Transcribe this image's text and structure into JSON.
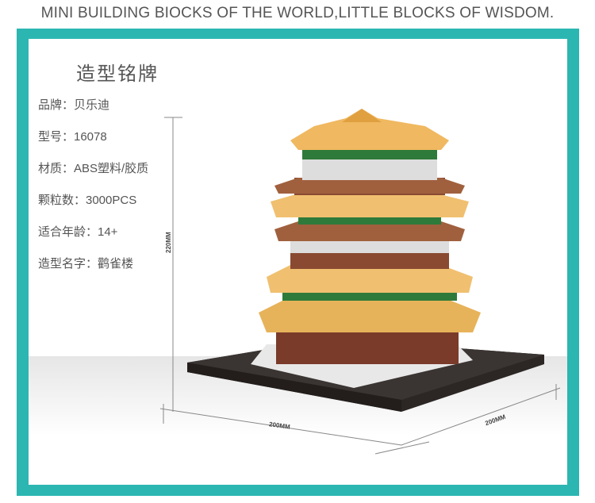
{
  "headline": "MINI BUILDING BIOCKS OF THE WORLD,LITTLE BLOCKS OF WISDOM.",
  "spec_title": "造型铭牌",
  "specs": [
    "品牌：贝乐迪",
    "型号：16078",
    "材质：ABS塑料/胶质",
    "颗粒数：3000PCS",
    "适合年龄：14+",
    "造型名字：鹳雀楼"
  ],
  "dimensions": {
    "height": "220MM",
    "width": "200MM",
    "depth": "200MM"
  },
  "colors": {
    "frame": "#2cb6b1",
    "text": "#555555"
  }
}
